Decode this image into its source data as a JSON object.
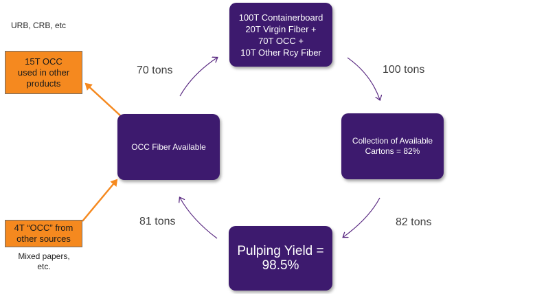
{
  "boxes": {
    "containerboard": [
      "100T Containerboard",
      "20T Virgin Fiber +",
      "70T OCC +",
      "10T Other Rcy Fiber"
    ],
    "collection": [
      "Collection of Available",
      "Cartons = 82%"
    ],
    "pulping": [
      "Pulping Yield =",
      "98.5%"
    ],
    "occ_available": [
      "OCC Fiber Available"
    ]
  },
  "flow_labels": {
    "top_left": "70 tons",
    "top_right": "100 tons",
    "bottom_right": "82 tons",
    "bottom_left": "81 tons"
  },
  "side_boxes": {
    "outflow": [
      "15T OCC",
      "used in other",
      "products"
    ],
    "inflow": [
      "4T “OCC” from",
      "other sources"
    ]
  },
  "notes": {
    "outflow_note": "URB, CRB, etc",
    "inflow_note": [
      "Mixed papers,",
      "etc."
    ]
  },
  "colors": {
    "box_fill": "#3d1a6e",
    "side_box_fill": "#f5891f",
    "side_arrow": "#f5891f",
    "cycle_arrow": "#5a2a82"
  }
}
